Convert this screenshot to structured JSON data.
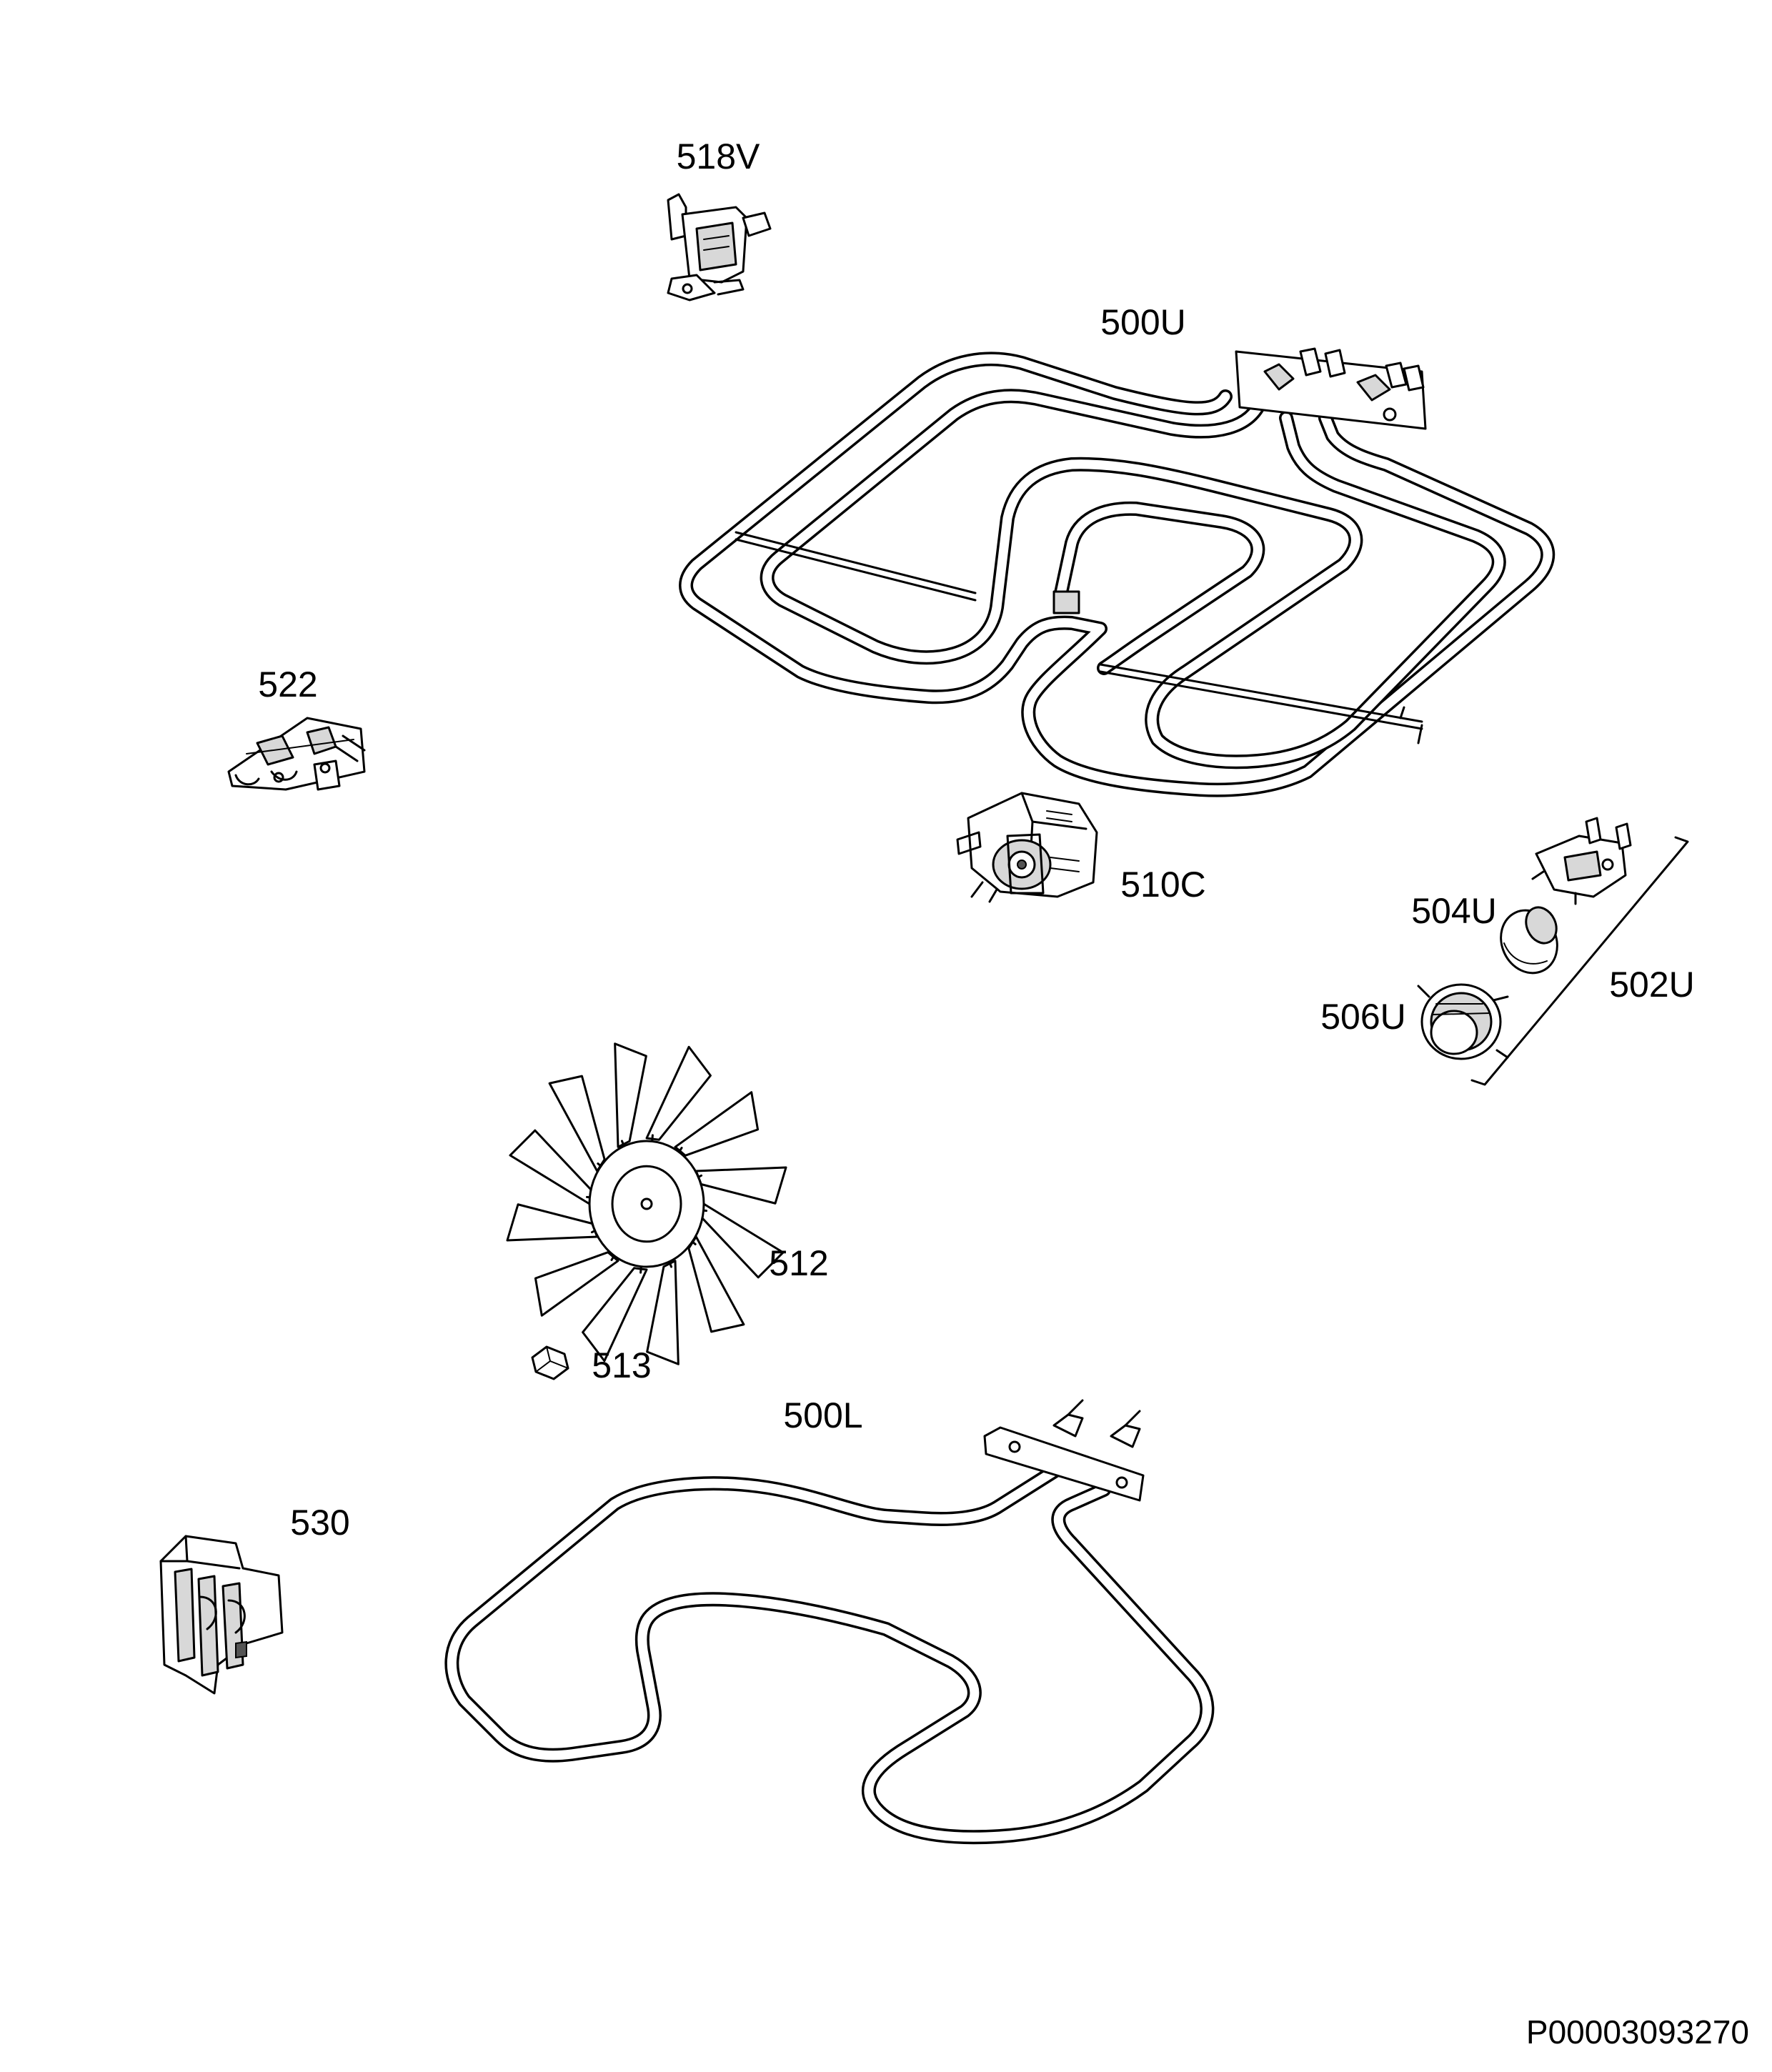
{
  "diagram": {
    "parts": [
      {
        "id": "p518v",
        "label": "518V",
        "icon": "thermostat-icon"
      },
      {
        "id": "p500u",
        "label": "500U",
        "icon": "upper-heating-element-icon"
      },
      {
        "id": "p522",
        "label": "522",
        "icon": "terminal-block-icon"
      },
      {
        "id": "p510c",
        "label": "510C",
        "icon": "fan-motor-icon"
      },
      {
        "id": "p504u",
        "label": "504U",
        "icon": "lamp-bulb-icon"
      },
      {
        "id": "p502u",
        "label": "502U",
        "icon": "lamp-assembly-bracket-icon"
      },
      {
        "id": "p506u",
        "label": "506U",
        "icon": "lamp-cover-icon"
      },
      {
        "id": "p512",
        "label": "512",
        "icon": "fan-blade-icon"
      },
      {
        "id": "p513",
        "label": "513",
        "icon": "nut-icon"
      },
      {
        "id": "p500l",
        "label": "500L",
        "icon": "lower-heating-element-icon"
      },
      {
        "id": "p530",
        "label": "530",
        "icon": "connector-icon"
      }
    ],
    "document_id": "P00003093270"
  }
}
